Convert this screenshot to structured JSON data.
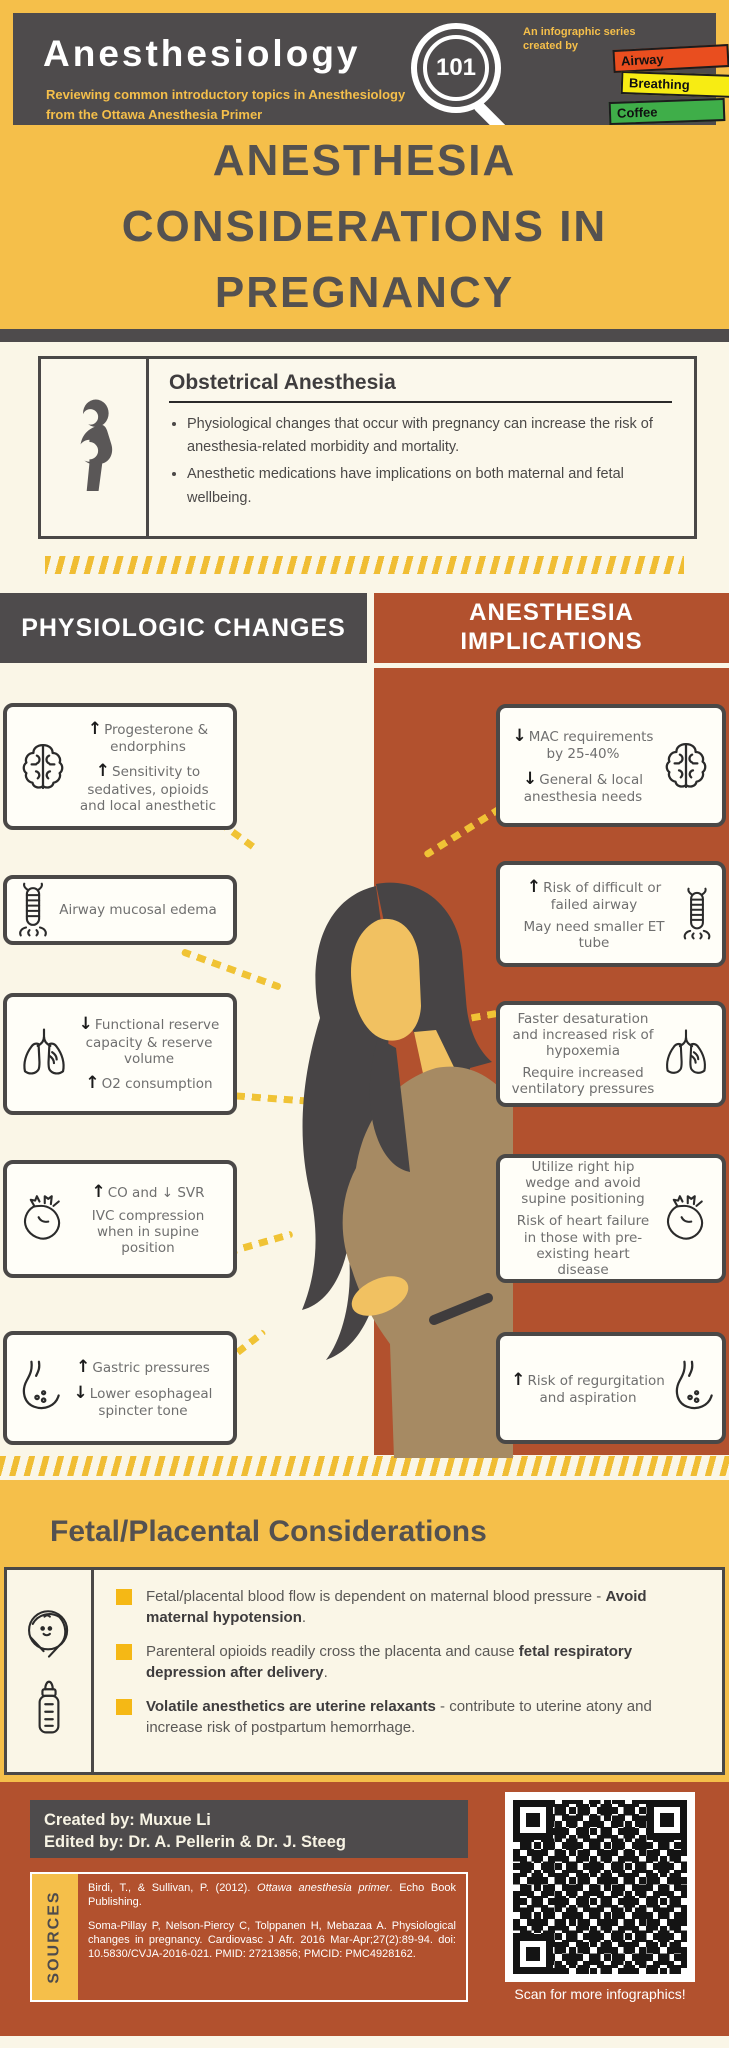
{
  "header": {
    "logo_text": "Anesthesiology",
    "logo_badge": "101",
    "tagline_line1": "Reviewing common introductory topics in Anesthesiology",
    "tagline_line2": "from the Ottawa Anesthesia Primer",
    "series_line1": "An infographic series",
    "series_line2": "created by",
    "tags": [
      {
        "label": "Airway",
        "color": "#e94e1f"
      },
      {
        "label": "Breathing",
        "color": "#f7ec13"
      },
      {
        "label": "Coffee",
        "color": "#3fae49"
      }
    ]
  },
  "title": "ANESTHESIA CONSIDERATIONS IN PREGNANCY",
  "intro": {
    "heading": "Obstetrical Anesthesia",
    "icon": "pregnant-woman-icon",
    "bullets": [
      "Physiological changes that occur with pregnancy can increase the risk of anesthesia-related morbidity and mortality.",
      "Anesthetic medications have implications on both maternal and fetal wellbeing."
    ]
  },
  "columns": {
    "left": {
      "header": "PHYSIOLOGIC CHANGES",
      "boxes": [
        {
          "icon": "brain-icon",
          "lines": [
            {
              "arrow": "↑",
              "text": "Progesterone & endorphins"
            },
            {
              "arrow": "↑",
              "text": "Sensitivity to sedatives, opioids and local anesthetic"
            }
          ]
        },
        {
          "icon": "trachea-icon",
          "lines": [
            {
              "arrow": "",
              "text": "Airway mucosal edema"
            }
          ]
        },
        {
          "icon": "lungs-icon",
          "lines": [
            {
              "arrow": "↓",
              "text": "Functional reserve capacity & reserve volume"
            },
            {
              "arrow": "↑",
              "text": "O2 consumption"
            }
          ]
        },
        {
          "icon": "heart-icon",
          "lines": [
            {
              "arrow": "↑",
              "text": "CO and ↓ SVR"
            },
            {
              "arrow": "",
              "text": "IVC compression when in supine position"
            }
          ]
        },
        {
          "icon": "stomach-icon",
          "lines": [
            {
              "arrow": "↑",
              "text": "Gastric pressures"
            },
            {
              "arrow": "↓",
              "text": "Lower esophageal spincter tone"
            }
          ]
        }
      ]
    },
    "right": {
      "header_line1": "ANESTHESIA",
      "header_line2": "IMPLICATIONS",
      "boxes": [
        {
          "icon": "brain-icon",
          "lines": [
            {
              "arrow": "↓",
              "text": "MAC requirements by 25-40%"
            },
            {
              "arrow": "↓",
              "text": "General & local anesthesia needs"
            }
          ]
        },
        {
          "icon": "trachea-icon",
          "lines": [
            {
              "arrow": "↑",
              "text": "Risk of difficult or failed airway"
            },
            {
              "arrow": "",
              "text": "May need smaller ET tube"
            }
          ]
        },
        {
          "icon": "lungs-icon",
          "lines": [
            {
              "arrow": "",
              "text": "Faster desaturation and increased risk of hypoxemia"
            },
            {
              "arrow": "",
              "text": "Require increased ventilatory pressures"
            }
          ]
        },
        {
          "icon": "heart-icon",
          "lines": [
            {
              "arrow": "",
              "text": "Utilize right hip wedge and avoid supine positioning"
            },
            {
              "arrow": "",
              "text": "Risk of heart failure in those with pre-existing heart disease"
            }
          ]
        },
        {
          "icon": "stomach-icon",
          "lines": [
            {
              "arrow": "↑",
              "text": "Risk of regurgitation and aspiration"
            }
          ]
        }
      ]
    }
  },
  "fetal": {
    "heading": "Fetal/Placental Considerations",
    "icons": [
      "swaddled-baby-icon",
      "baby-bottle-icon"
    ],
    "bullets": [
      {
        "pre": "Fetal/placental blood flow is dependent on maternal blood pressure - ",
        "bold": "Avoid maternal hypotension",
        "post": "."
      },
      {
        "pre": "Parenteral opioids readily cross the placenta and cause ",
        "bold": "fetal respiratory depression after delivery",
        "post": "."
      },
      {
        "pre": "",
        "bold": "Volatile anesthetics are uterine relaxants",
        "post": " - contribute to uterine atony and increase risk of postpartum hemorrhage."
      }
    ]
  },
  "footer": {
    "created_by": "Created by: Muxue Li",
    "edited_by": "Edited by: Dr. A. Pellerin & Dr. J. Steeg",
    "sources_label": "SOURCES",
    "source1": {
      "pre": "Birdi, T., & Sullivan, P. (2012). ",
      "italic": "Ottawa anesthesia primer",
      "post": ". Echo Book Publishing."
    },
    "source2": "Soma-Pillay P, Nelson-Piercy C, Tolppanen H, Mebazaa A. Physiological changes in pregnancy. Cardiovasc J Afr. 2016 Mar-Apr;27(2):89-94. doi: 10.5830/CVJA-2016-021. PMID: 27213856; PMCID: PMC4928162.",
    "qr_caption": "Scan for more infographics!"
  },
  "colors": {
    "frame_yellow": "#f5bf4a",
    "header_gray": "#4e4b4c",
    "cream": "#faf6e7",
    "rust": "#b2512e",
    "accent_yellow": "#f5b815",
    "text_dark": "#545150",
    "text_gray": "#6f6f6f",
    "box_border": "#4a4847"
  }
}
